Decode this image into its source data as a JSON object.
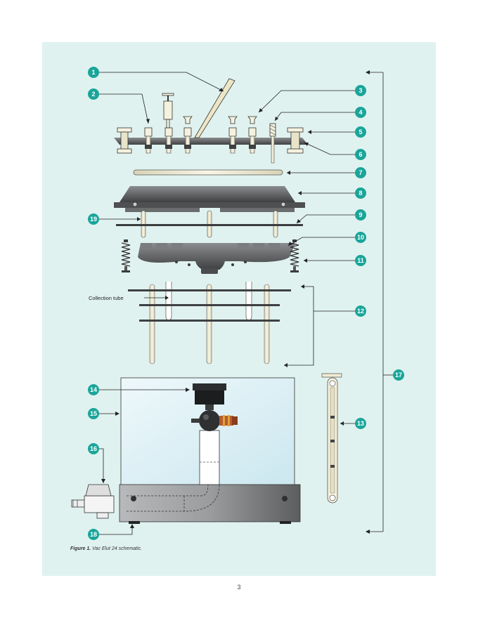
{
  "figure": {
    "caption_label": "Figure 1.",
    "caption_text": "Vac Elut 24 schematic.",
    "collection_tube_label": "Collection tube",
    "callouts": [
      "1",
      "2",
      "3",
      "4",
      "5",
      "6",
      "7",
      "8",
      "9",
      "10",
      "11",
      "12",
      "13",
      "14",
      "15",
      "16",
      "17",
      "18",
      "19"
    ]
  },
  "colors": {
    "panel": "#e0f2ef",
    "callout": "#1aa59a",
    "dark_gray": "#5a5c5e",
    "tan": "#f1ecd2"
  },
  "page_number": "3"
}
